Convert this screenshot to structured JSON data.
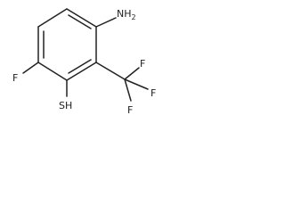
{
  "molecule": {
    "atoms": {
      "amine": "NH2",
      "fluoro": "F",
      "thiol": "SH",
      "cf3_f_top": "F",
      "cf3_f_right": "F",
      "cf3_f_bottom": "F"
    }
  }
}
